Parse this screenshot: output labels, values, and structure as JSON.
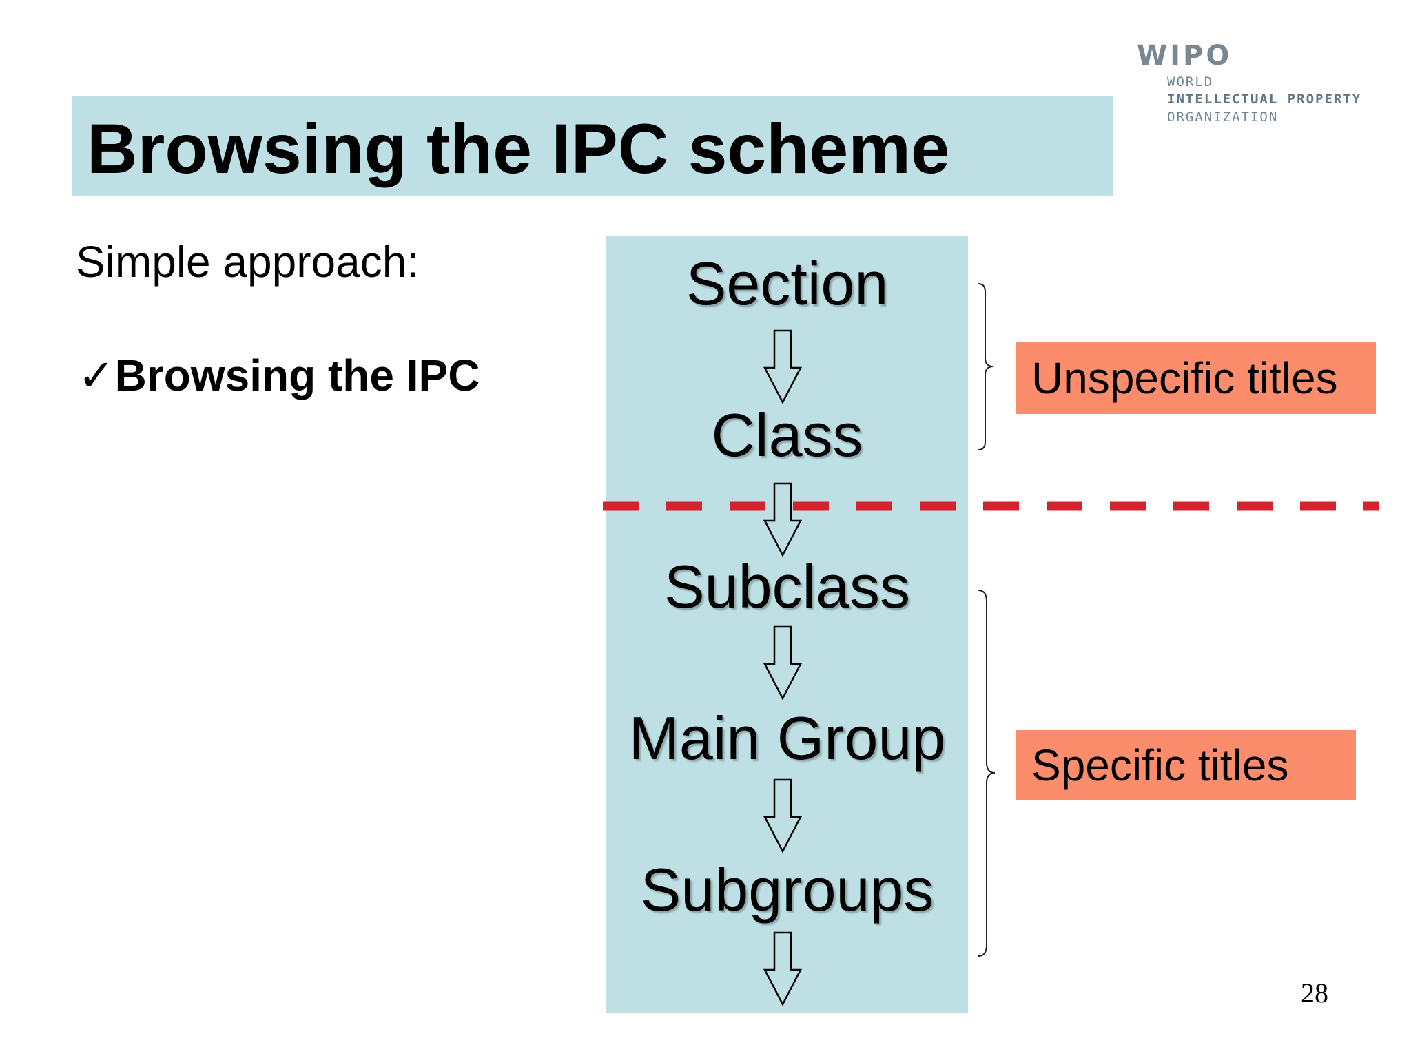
{
  "logo": {
    "name": "WIPO",
    "line1": "WORLD",
    "line2": "INTELLECTUAL PROPERTY",
    "line3": "ORGANIZATION"
  },
  "title": "Browsing the IPC scheme",
  "intro": "Simple approach:",
  "bullet": {
    "check": "✓",
    "text": "Browsing the IPC"
  },
  "hierarchy": [
    "Section",
    "Class",
    "Subclass",
    "Main Group",
    "Subgroups"
  ],
  "labels": {
    "unspecific": "Unspecific titles",
    "specific": "Specific titles"
  },
  "colors": {
    "panel": "#bee0e4",
    "label_fill": "#fb8d6d",
    "divider": "#d3232c"
  },
  "page_number": "28"
}
